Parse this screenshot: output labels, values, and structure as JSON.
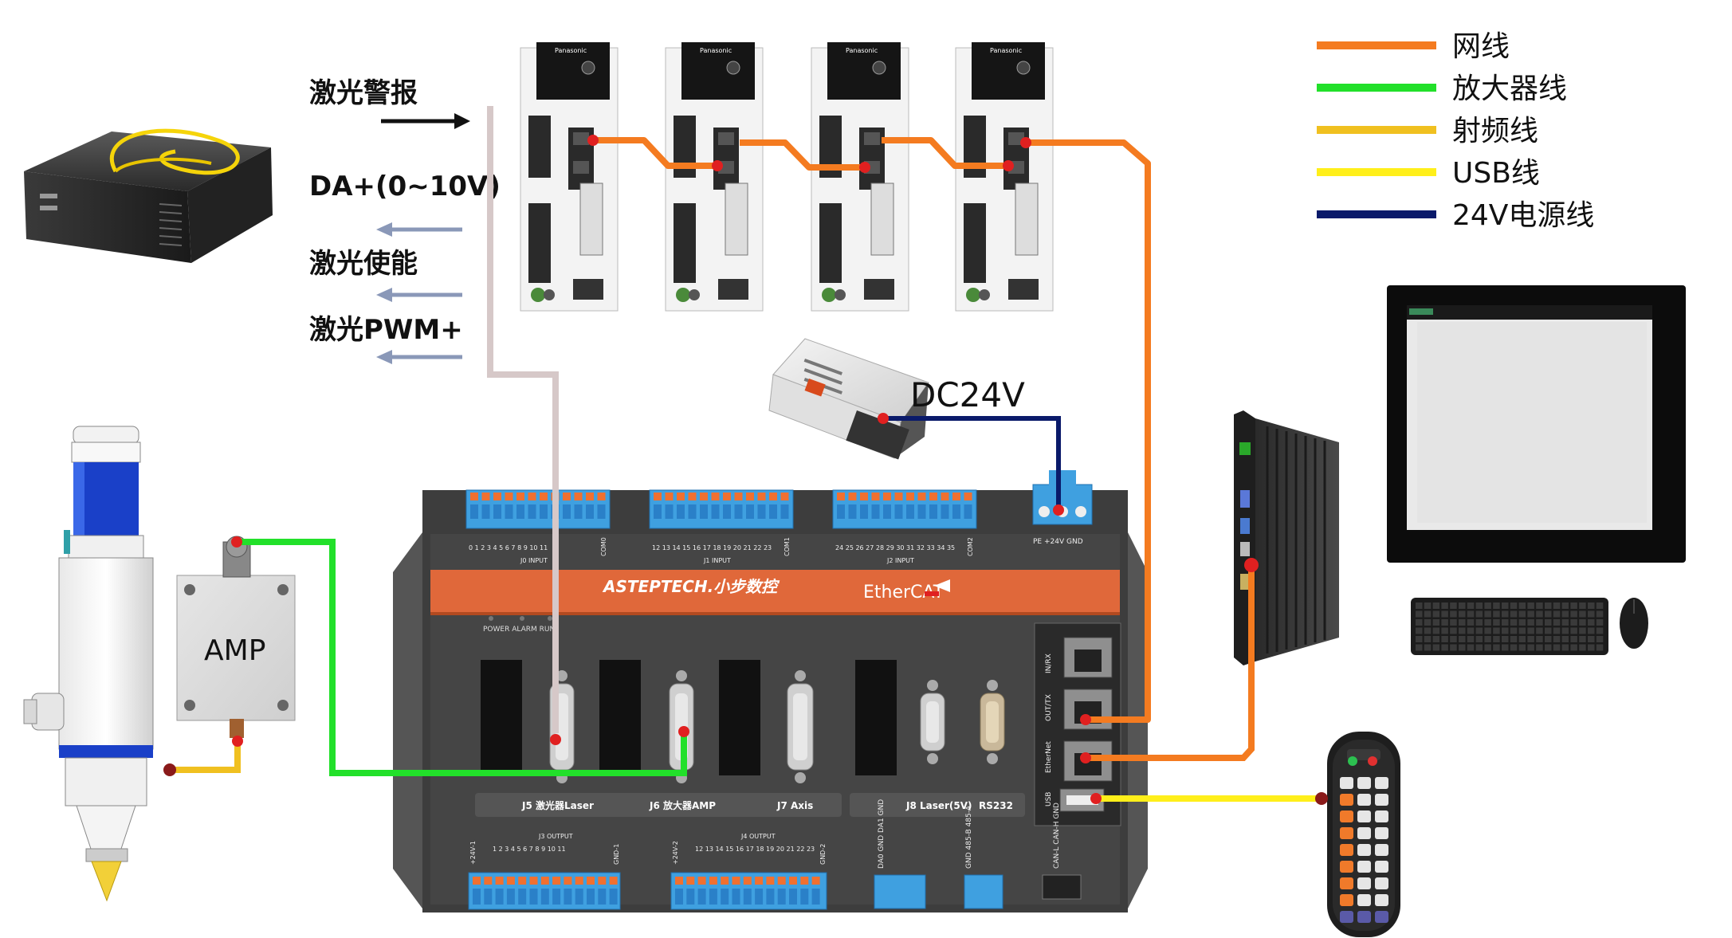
{
  "legend": [
    {
      "label": "网线",
      "color": "#f47b20"
    },
    {
      "label": "放大器线",
      "color": "#22e02a"
    },
    {
      "label": "射频线",
      "color": "#f0c020"
    },
    {
      "label": "USB线",
      "color": "#ffef1a"
    },
    {
      "label": "24V电源线",
      "color": "#0a1a6a"
    }
  ],
  "laser_signals": {
    "alarm": "激光警报",
    "da": "DA+(0~10V)",
    "enable": "激光使能",
    "pwm": "激光PWM+"
  },
  "labels": {
    "dc24v": "DC24V",
    "amp": "AMP"
  },
  "drive_brand": "Panasonic",
  "controller": {
    "brand": "ASTEPTECH.小步数控",
    "bus": "EtherCAT",
    "power_terminal": "PE  +24V  GND",
    "status_leds": "POWER  ALARM  RUN",
    "inputs": [
      {
        "pins": "0 1 2 3 4 5 6 7 8 9 10 11",
        "com": "COM0",
        "name": "J0 INPUT"
      },
      {
        "pins": "12 13 14 15 16 17 18 19 20 21 22 23",
        "com": "COM1",
        "name": "J1 INPUT"
      },
      {
        "pins": "24 25 26 27 28 29 30 31 32 33 34 35",
        "com": "COM2",
        "name": "J2 INPUT"
      }
    ],
    "ports_left": [
      "J5 激光器Laser",
      "J6 放大器AMP",
      "J7 Axis"
    ],
    "ports_right": [
      "J8 Laser(5V)",
      "RS232"
    ],
    "eth_ports": [
      "IN/RX",
      "OUT/TX",
      "EtherNet"
    ],
    "usb": "USB",
    "outputs": [
      {
        "name": "J3 OUTPUT",
        "pins": "1 2 3 4 5 6 7 8 9 10 11",
        "left": "+24V-1",
        "right": "GND-1"
      },
      {
        "name": "J4 OUTPUT",
        "pins": "12 13 14 15 16 17 18 19 20 21 22 23",
        "left": "+24V-2",
        "right": "GND-2"
      }
    ],
    "analog": "DA0 GND DA1 GND",
    "rs485": "GND 485-B 485-A",
    "can": "CAN-L CAN-H GND"
  }
}
